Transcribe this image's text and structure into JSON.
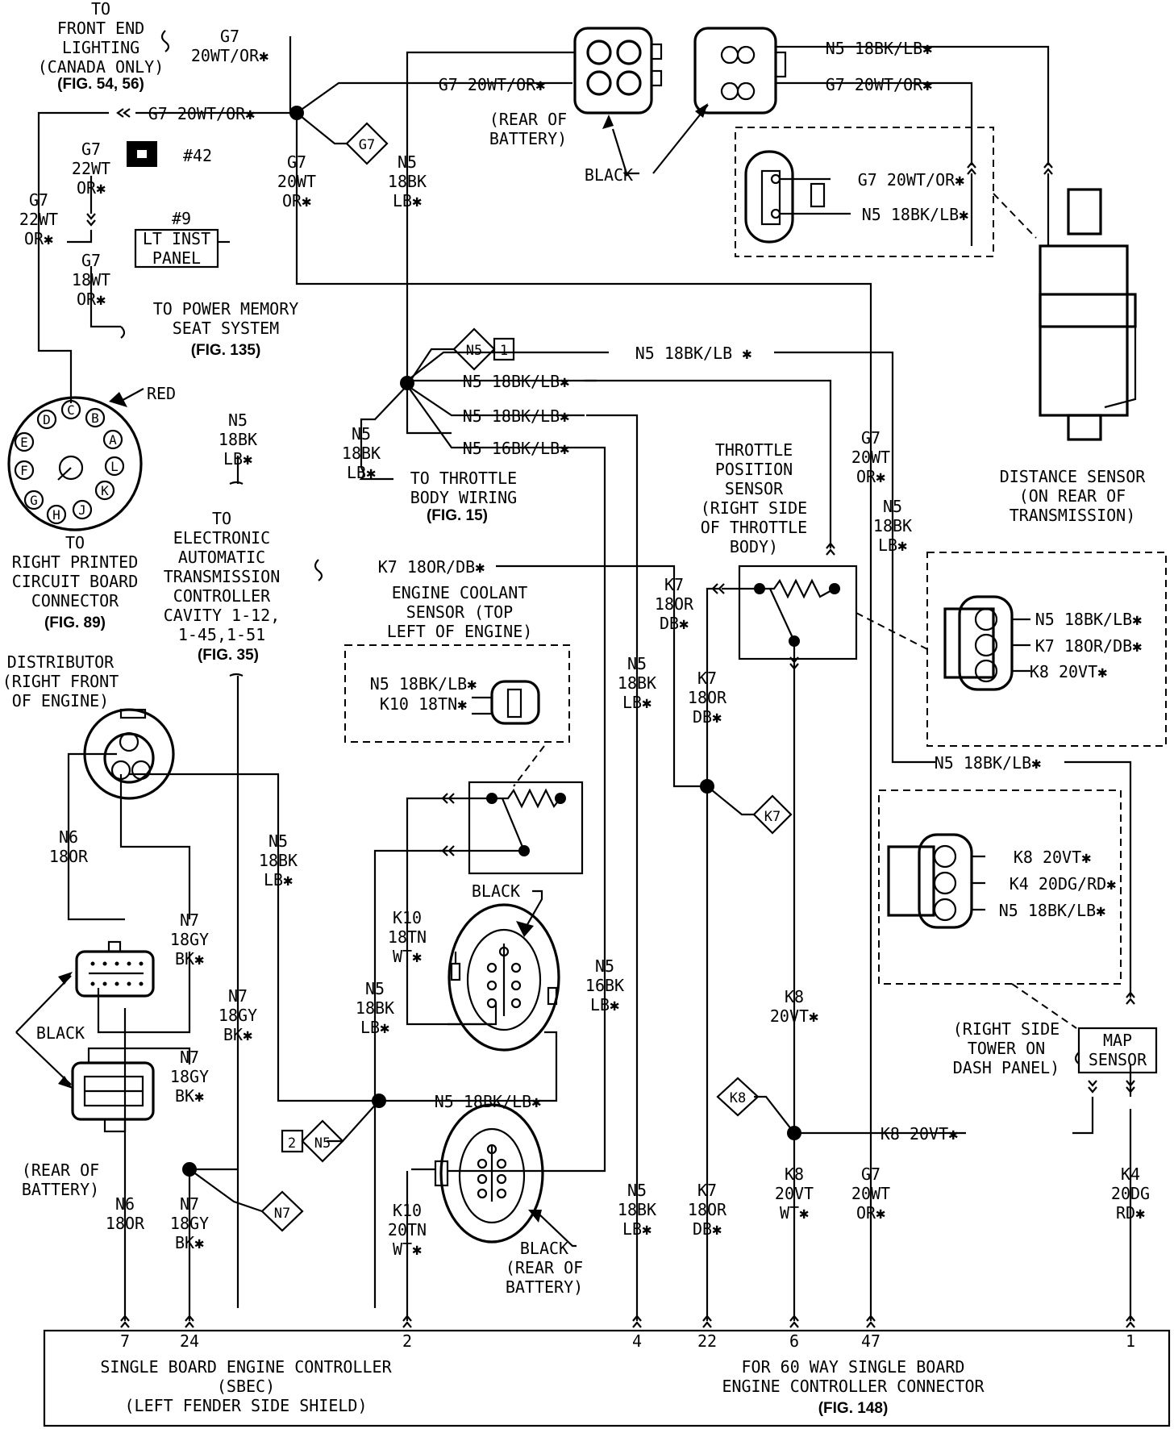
{
  "labels": {
    "front_end_lighting": [
      "TO",
      "FRONT END",
      "LIGHTING",
      "(CANADA ONLY)"
    ],
    "front_end_fig": "(FIG. 54, 56)",
    "g7_20wt_or_top": [
      "G7",
      "20WT/OR✱"
    ],
    "g7_20wt_or_left": "G7 20WT/OR✱",
    "g7_20wt_or_mid": "G7 20WT/OR✱",
    "g7_20wt_or_right": "G7 20WT/OR✱",
    "n5_18bk_lb_right": "N5 18BK/LB✱",
    "g7_diamond": "G7",
    "g7_vert1": [
      "G7",
      "20WT",
      "OR✱"
    ],
    "n5_vert1": [
      "N5",
      "18BK",
      "LB✱"
    ],
    "rear_of_battery_top": [
      "(REAR OF",
      "BATTERY)"
    ],
    "black_top": "BLACK",
    "conn42": "#42",
    "g7_22wt_a": [
      "G7",
      "22WT",
      "OR✱"
    ],
    "g7_22wt_b": [
      "G7",
      "22WT",
      "OR✱"
    ],
    "lt_inst_num": "#9",
    "lt_inst_panel": [
      "LT INST",
      "PANEL"
    ],
    "g7_18wt": [
      "G7",
      "18WT",
      "OR✱"
    ],
    "power_memory": [
      "TO POWER MEMORY",
      "SEAT SYSTEM"
    ],
    "power_memory_fig": "(FIG. 135)",
    "ts_g7": "G7 20WT/OR✱",
    "ts_n5": "N5 18BK/LB✱",
    "n5_diamond1": "N5",
    "n5_diamond1_num": "1",
    "red": "RED",
    "n5_splice_1": "N5 18BK/LB ✱",
    "n5_splice_2": "N5 18BK/LB✱",
    "n5_splice_3": "N5 18BK/LB✱",
    "n5_splice_4": "N5 16BK/LB✱",
    "n5_left": [
      "N5",
      "18BK",
      "LB✱"
    ],
    "n5_throttle": [
      "N5",
      "18BK",
      "LB✱"
    ],
    "throttle_body": [
      "TO THROTTLE",
      "BODY WIRING"
    ],
    "throttle_body_fig": "(FIG. 15)",
    "g7_vert2": [
      "G7",
      "20WT",
      "OR✱"
    ],
    "tps": [
      "THROTTLE",
      "POSITION",
      "SENSOR",
      "(RIGHT SIDE",
      "OF THROTTLE",
      "BODY)"
    ],
    "distance_sensor": [
      "DISTANCE SENSOR",
      "(ON REAR OF",
      "TRANSMISSION)"
    ],
    "n5_vert3": [
      "N5",
      "18BK",
      "LB✱"
    ],
    "pcb": [
      "TO",
      "RIGHT PRINTED",
      "CIRCUIT BOARD",
      "CONNECTOR"
    ],
    "pcb_fig": "(FIG. 89)",
    "eatc": [
      "TO",
      "ELECTRONIC",
      "AUTOMATIC",
      "TRANSMISSION",
      "CONTROLLER",
      "CAVITY 1-12,",
      "1-45,1-51"
    ],
    "eatc_fig": "(FIG. 35)",
    "k7_top": "K7 18OR/DB✱",
    "ecs": [
      "ENGINE COOLANT",
      "SENSOR (TOP",
      "LEFT OF ENGINE)"
    ],
    "ecs_n5": "N5 18BK/LB✱",
    "ecs_k10": "K10 18TN✱",
    "k7_vert1": [
      "K7",
      "18OR",
      "DB✱"
    ],
    "k7_vert2": [
      "K7",
      "18OR",
      "DB✱"
    ],
    "n5_vert4": [
      "N5",
      "18BK",
      "LB✱"
    ],
    "tps_n5": "N5 18BK/LB✱",
    "tps_k7": "K7 18OR/DB✱",
    "tps_k8": "K8 20VT✱",
    "distributor": [
      "DISTRIBUTOR",
      "(RIGHT FRONT",
      "OF ENGINE)"
    ],
    "n5_map": "N5 18BK/LB✱",
    "k7_diamond": "K7",
    "n6_top": [
      "N6",
      "18OR"
    ],
    "n5_vert5": [
      "N5",
      "18BK",
      "LB✱"
    ],
    "map_k8": "K8 20VT✱",
    "map_k4": "K4 20DG/RD✱",
    "map_n5": "N5 18BK/LB✱",
    "n7_top": [
      "N7",
      "18GY",
      "BK✱"
    ],
    "black_mid": "BLACK",
    "k10_vert": [
      "K10",
      "18TN",
      "WT✱"
    ],
    "n5_vert6": [
      "N5",
      "16BK",
      "LB✱"
    ],
    "black_left": "BLACK",
    "n7_mid": [
      "N7",
      "18GY",
      "BK✱"
    ],
    "n5_vert7": [
      "N5",
      "18BK",
      "LB✱"
    ],
    "k8_vert1": [
      "K8",
      "20VT✱"
    ],
    "right_tower": [
      "(RIGHT SIDE",
      "TOWER ON",
      "DASH PANEL)"
    ],
    "map_sensor": [
      "MAP",
      "SENSOR"
    ],
    "n7_low": [
      "N7",
      "18GY",
      "BK✱"
    ],
    "n5_bottom": "N5 18BK/LB✱",
    "k8_diamond": "K8",
    "k8_bottom": "K8 20VT✱",
    "n5_diamond2": "N5",
    "n5_diamond2_num": "2",
    "rear_of_battery_left": [
      "(REAR OF",
      "BATTERY)"
    ],
    "n7_diamond": "N7",
    "n6_bottom": [
      "N6",
      "18OR"
    ],
    "n7_bottom": [
      "N7",
      "18GY",
      "BK✱"
    ],
    "k10_bottom": [
      "K10",
      "20TN",
      "WT✱"
    ],
    "black_bottom": [
      "BLACK",
      "(REAR OF",
      "BATTERY)"
    ],
    "n5_bottom_vert": [
      "N5",
      "18BK",
      "LB✱"
    ],
    "k7_bottom": [
      "K7",
      "18OR",
      "DB✱"
    ],
    "k8_bottom_vert": [
      "K8",
      "20VT",
      "WT✱"
    ],
    "g7_bottom": [
      "G7",
      "20WT",
      "OR✱"
    ],
    "k4_bottom": [
      "K4",
      "20DG",
      "RD✱"
    ]
  },
  "pins": [
    "7",
    "24",
    "2",
    "4",
    "22",
    "6",
    "47",
    "1"
  ],
  "controller": {
    "left": [
      "SINGLE BOARD ENGINE CONTROLLER",
      "(SBEC)",
      "(LEFT FENDER SIDE SHIELD)"
    ],
    "right": [
      "FOR 60 WAY SINGLE BOARD",
      "ENGINE CONTROLLER CONNECTOR"
    ],
    "fig": "(FIG. 148)"
  },
  "distributor_cavities": [
    "A",
    "B",
    "C",
    "D",
    "E",
    "F",
    "G",
    "H",
    "J",
    "K",
    "L"
  ]
}
